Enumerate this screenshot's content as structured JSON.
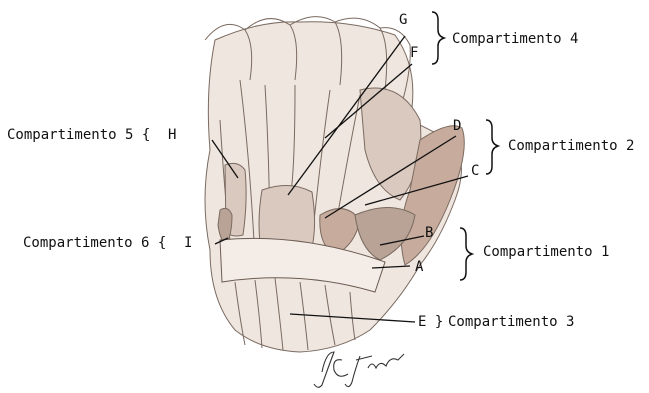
{
  "colors": {
    "background": "#ffffff",
    "ink": "#111111",
    "tissue_light": "#efe6df",
    "tissue_mid": "#d9c9bf",
    "tissue_dark": "#b9a396",
    "muscle": "#c7ab9c",
    "retinaculum": "#f4ede7"
  },
  "compartments": {
    "c1": "Compartimento 1",
    "c2": "Compartimento 2",
    "c3": "Compartimento 3",
    "c4": "Compartimento 4",
    "c5": "Compartimento 5 {",
    "c6": "Compartimento 6 {",
    "c3_prefix": "E }"
  },
  "letters": {
    "A": "A",
    "B": "B",
    "C": "C",
    "D": "D",
    "E": "E",
    "F": "F",
    "G": "G",
    "H": "H",
    "I": "I"
  },
  "signature": "JC Jaime"
}
